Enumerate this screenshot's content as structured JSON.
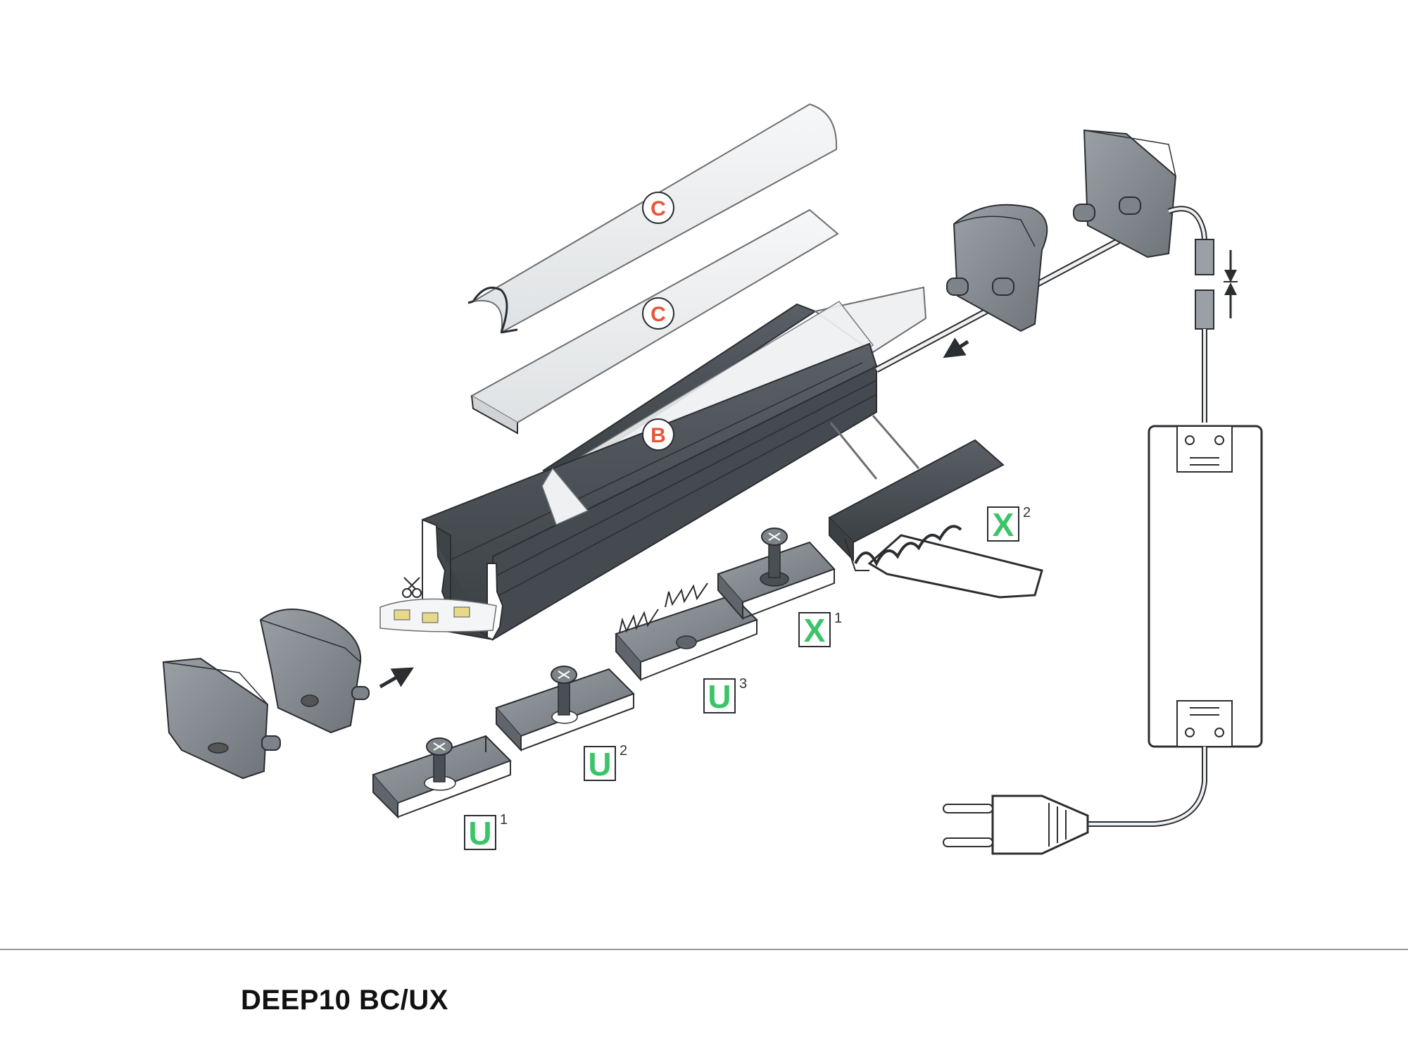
{
  "product_title": "DEEP10 BC/UX",
  "labels": {
    "cover_round": "C",
    "cover_flat": "C",
    "strip_base": "B",
    "mount_u1": "U",
    "mount_u1_sup": "1",
    "mount_u2": "U",
    "mount_u2_sup": "2",
    "mount_u3": "U",
    "mount_u3_sup": "3",
    "mount_x1": "X",
    "mount_x1_sup": "1",
    "mount_x2": "X",
    "mount_x2_sup": "2"
  },
  "colors": {
    "profile_dark": "#4a4f54",
    "part_grey": "#7d8389",
    "cover_light": "#eef0f1",
    "outline": "#2b2e31",
    "label_red": "#e8553a",
    "label_green": "#3cc46a"
  }
}
